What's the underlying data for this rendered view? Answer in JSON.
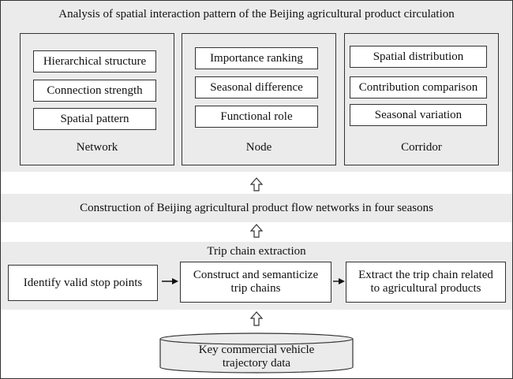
{
  "analysis": {
    "title": "Analysis of spatial interaction pattern of the Beijing agricultural product circulation",
    "panels": [
      {
        "label": "Network",
        "items": [
          "Hierarchical structure",
          "Connection strength",
          "Spatial pattern"
        ]
      },
      {
        "label": "Node",
        "items": [
          "Importance ranking",
          "Seasonal difference",
          "Functional role"
        ]
      },
      {
        "label": "Corridor",
        "items": [
          "Spatial distribution",
          "Contribution comparison",
          "Seasonal variation"
        ]
      }
    ]
  },
  "construction": {
    "title": "Construction of  Beijing agricultural product flow networks in four seasons"
  },
  "trip_chain": {
    "title": "Trip chain extraction",
    "steps": [
      {
        "line1": "Identify valid stop points",
        "line2": ""
      },
      {
        "line1": "Construct and semanticize",
        "line2": "trip chains"
      },
      {
        "line1": "Extract the trip chain related",
        "line2": "to agricultural products"
      }
    ]
  },
  "source": {
    "line1": "Key commercial vehicle",
    "line2": "trajectory data"
  }
}
